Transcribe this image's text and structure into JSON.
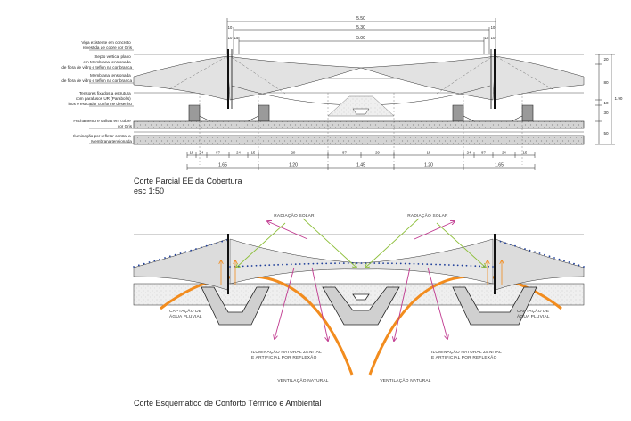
{
  "section1": {
    "title": "Corte Parcial EE da Cobertura",
    "scale": "esc 1:50",
    "labels": [
      [
        "Viga existente em concreto",
        "revestida de cobre cor Gris"
      ],
      [
        "Septo vertical plano",
        "em Membrana tensionada",
        "de fibra de vidro e teflon na cor branca"
      ],
      [
        "Membrana tensionada",
        "de fibra de vidro e teflon na cor branca"
      ],
      [
        "Tensores fixados a estrutura",
        "com parafusos UR (Parabolts)",
        "inox e esticador conforme desenho"
      ],
      [
        "Fechamento e calhas em cobre",
        "cor Gris"
      ],
      [
        "Iluminação por refletor central a",
        "Membrana tensionada"
      ]
    ],
    "top_dims": {
      "overall": "5.50",
      "second": "5.30",
      "third": "5.00",
      "left_small": [
        "10",
        "10",
        "15"
      ],
      "right_small": [
        "15",
        "10",
        "10"
      ]
    },
    "right_dims": [
      "20",
      "80",
      "10",
      "30",
      "50"
    ],
    "right_total": "1.90",
    "bottom_row1": [
      "15",
      "24",
      "87",
      "24",
      "15",
      "29",
      "87",
      "29",
      "15",
      "24",
      "87",
      "24",
      "15"
    ],
    "bottom_row2": [
      "1.65",
      "1.20",
      "1.45",
      "1.20",
      "1.65"
    ]
  },
  "section2": {
    "title": "Corte Esquematico de Conforto Térmico e Ambiental",
    "annotations": {
      "solar_left": "RADIAÇÃO SOLAR",
      "solar_right": "RADIAÇÃO SOLAR",
      "rain_left": [
        "CAPTAÇÃO DE",
        "ÁGUA PLUVIAL"
      ],
      "rain_right": [
        "CAPTAÇÃO DE",
        "ÁGUA PLUVIAL"
      ],
      "light_left": [
        "ILUMINAÇÃO NATURAL ZENITAL",
        "E ARTIFICIAL POR REFLEXÃO"
      ],
      "light_right": [
        "ILUMINAÇÃO NATURAL ZENITAL",
        "E ARTIFICIAL POR REFLEXÃO"
      ],
      "vent_left": "VENTILAÇÃO NATURAL",
      "vent_right": "VENTILAÇÃO NATURAL"
    }
  },
  "colors": {
    "line": "#1a1a1a",
    "membrane": "#dcdcdc",
    "concrete": "#cfcfcf",
    "solar_arrow": "#8dbf3a",
    "reflect_arrow": "#c0398f",
    "vent_arc": "#f28c1e",
    "rain_dots": "#1f3f9a"
  }
}
